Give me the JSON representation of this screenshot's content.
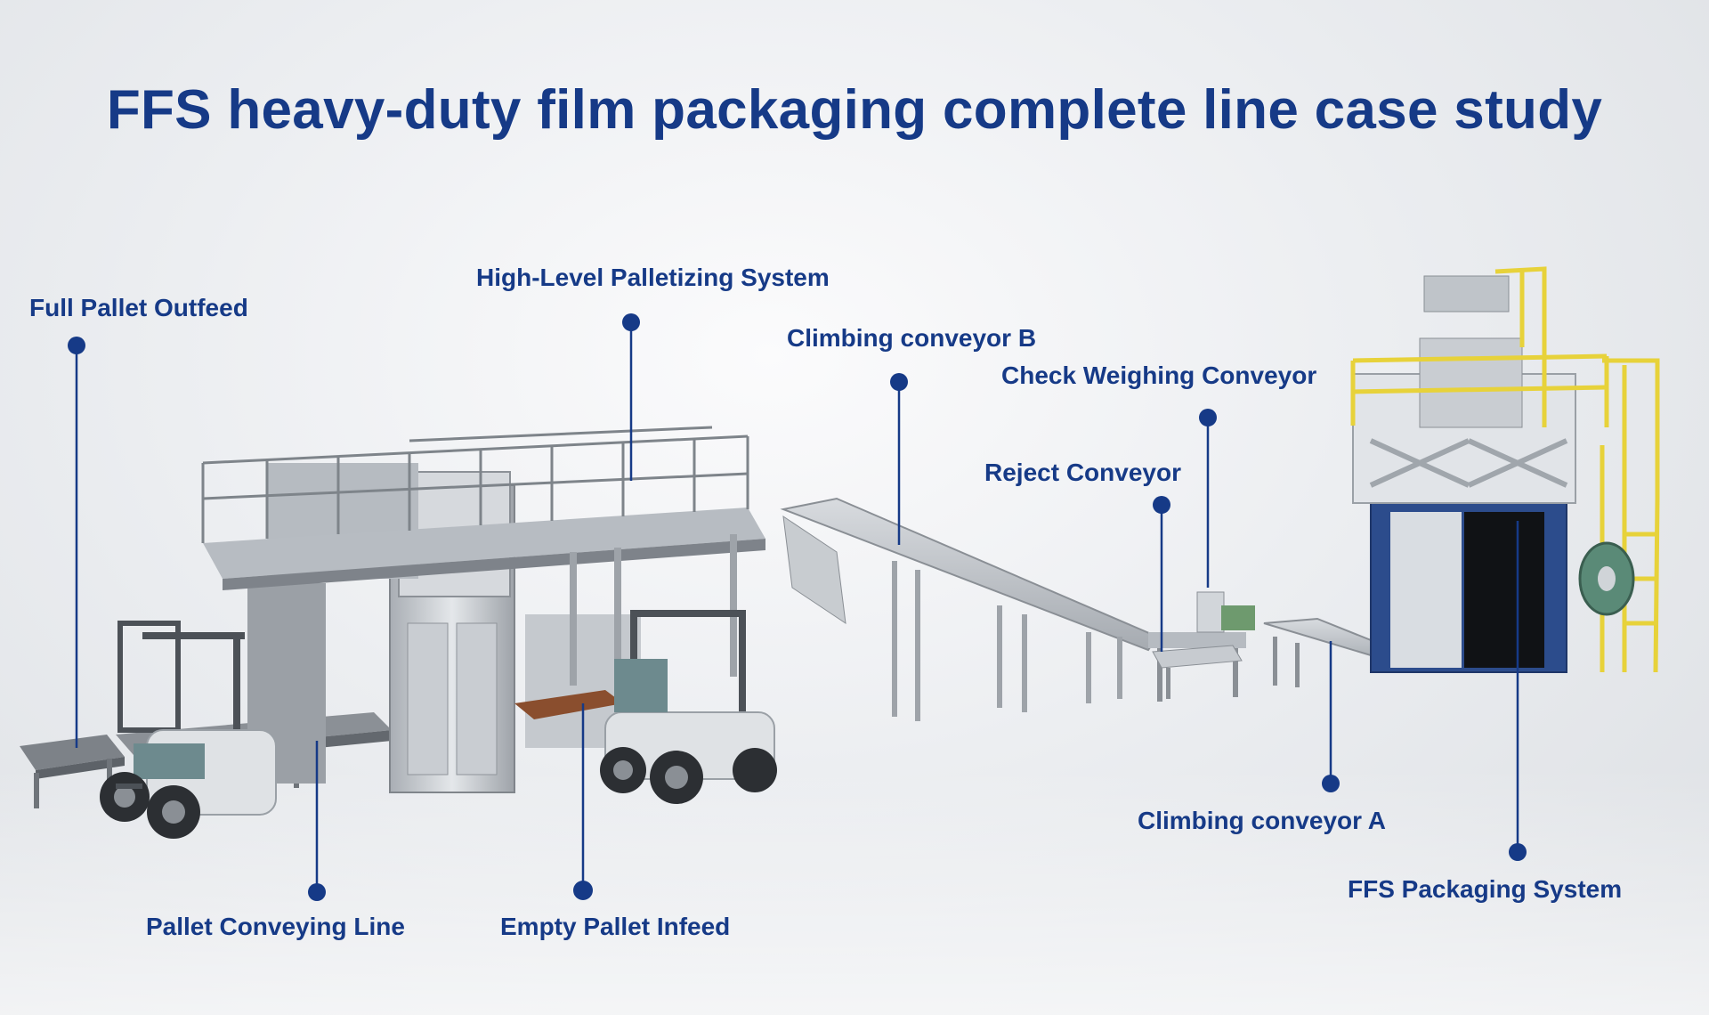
{
  "title": "FFS heavy-duty film packaging complete line case study",
  "colors": {
    "accent": "#163a87",
    "guard_rail_yellow": "#e7d23a",
    "machine_steel": "#c9cdd2",
    "machine_panel_blue": "#2a4a8a"
  },
  "callouts": [
    {
      "id": "full-pallet-outfeed",
      "label": "Full Pallet Outfeed"
    },
    {
      "id": "high-level-palletizing-system",
      "label": "High-Level Palletizing System"
    },
    {
      "id": "climbing-conveyor-b",
      "label": "Climbing conveyor B"
    },
    {
      "id": "check-weighing-conveyor",
      "label": "Check Weighing Conveyor"
    },
    {
      "id": "reject-conveyor",
      "label": "Reject Conveyor"
    },
    {
      "id": "climbing-conveyor-a",
      "label": "Climbing conveyor A"
    },
    {
      "id": "ffs-packaging-system",
      "label": "FFS Packaging System"
    },
    {
      "id": "pallet-conveying-line",
      "label": "Pallet Conveying Line"
    },
    {
      "id": "empty-pallet-infeed",
      "label": "Empty Pallet Infeed"
    }
  ]
}
